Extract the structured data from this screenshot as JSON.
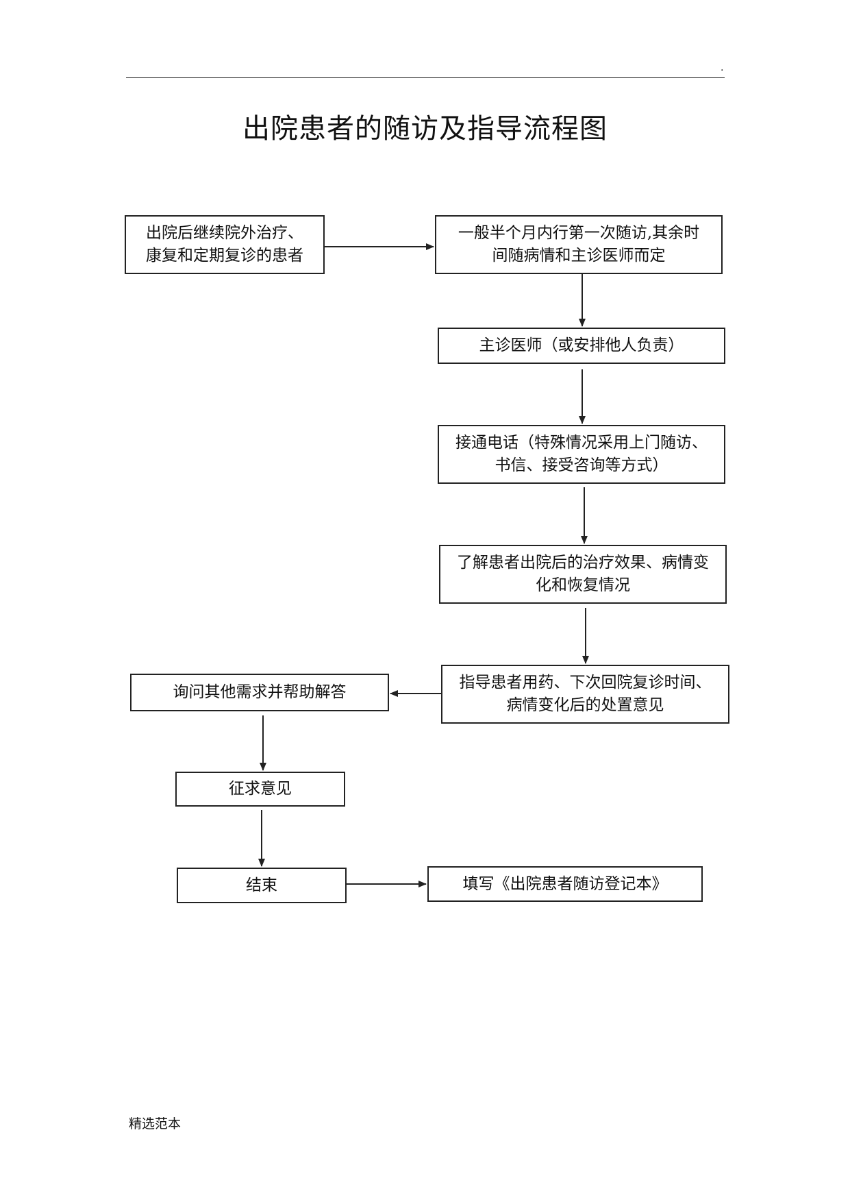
{
  "header": {
    "mark": "."
  },
  "title": "出院患者的随访及指导流程图",
  "nodes": {
    "patients": {
      "line1": "出院后继续院外治疗、",
      "line2": "康复和定期复诊的患者"
    },
    "schedule": {
      "line1": "一般半个月内行第一次随访,其余时",
      "line2": "间随病情和主诊医师而定"
    },
    "physician": {
      "line1": "主诊医师（或安排他人负责）"
    },
    "phone": {
      "line1": "接通电话（特殊情况采用上门随访、",
      "line2": "书信、接受咨询等方式）"
    },
    "understand": {
      "line1": "了解患者出院后的治疗效果、病情变",
      "line2": "化和恢复情况"
    },
    "guide": {
      "line1": "指导患者用药、下次回院复诊时间、",
      "line2": "病情变化后的处置意见"
    },
    "inquire": {
      "line1": "询问其他需求并帮助解答"
    },
    "opinion": {
      "line1": "征求意见"
    },
    "end": {
      "line1": "结束"
    },
    "register": {
      "line1": "填写《出院患者随访登记本》"
    }
  },
  "footer": {
    "text": "精选范本"
  },
  "colors": {
    "line": "#222222",
    "text": "#111111",
    "background": "#ffffff"
  }
}
